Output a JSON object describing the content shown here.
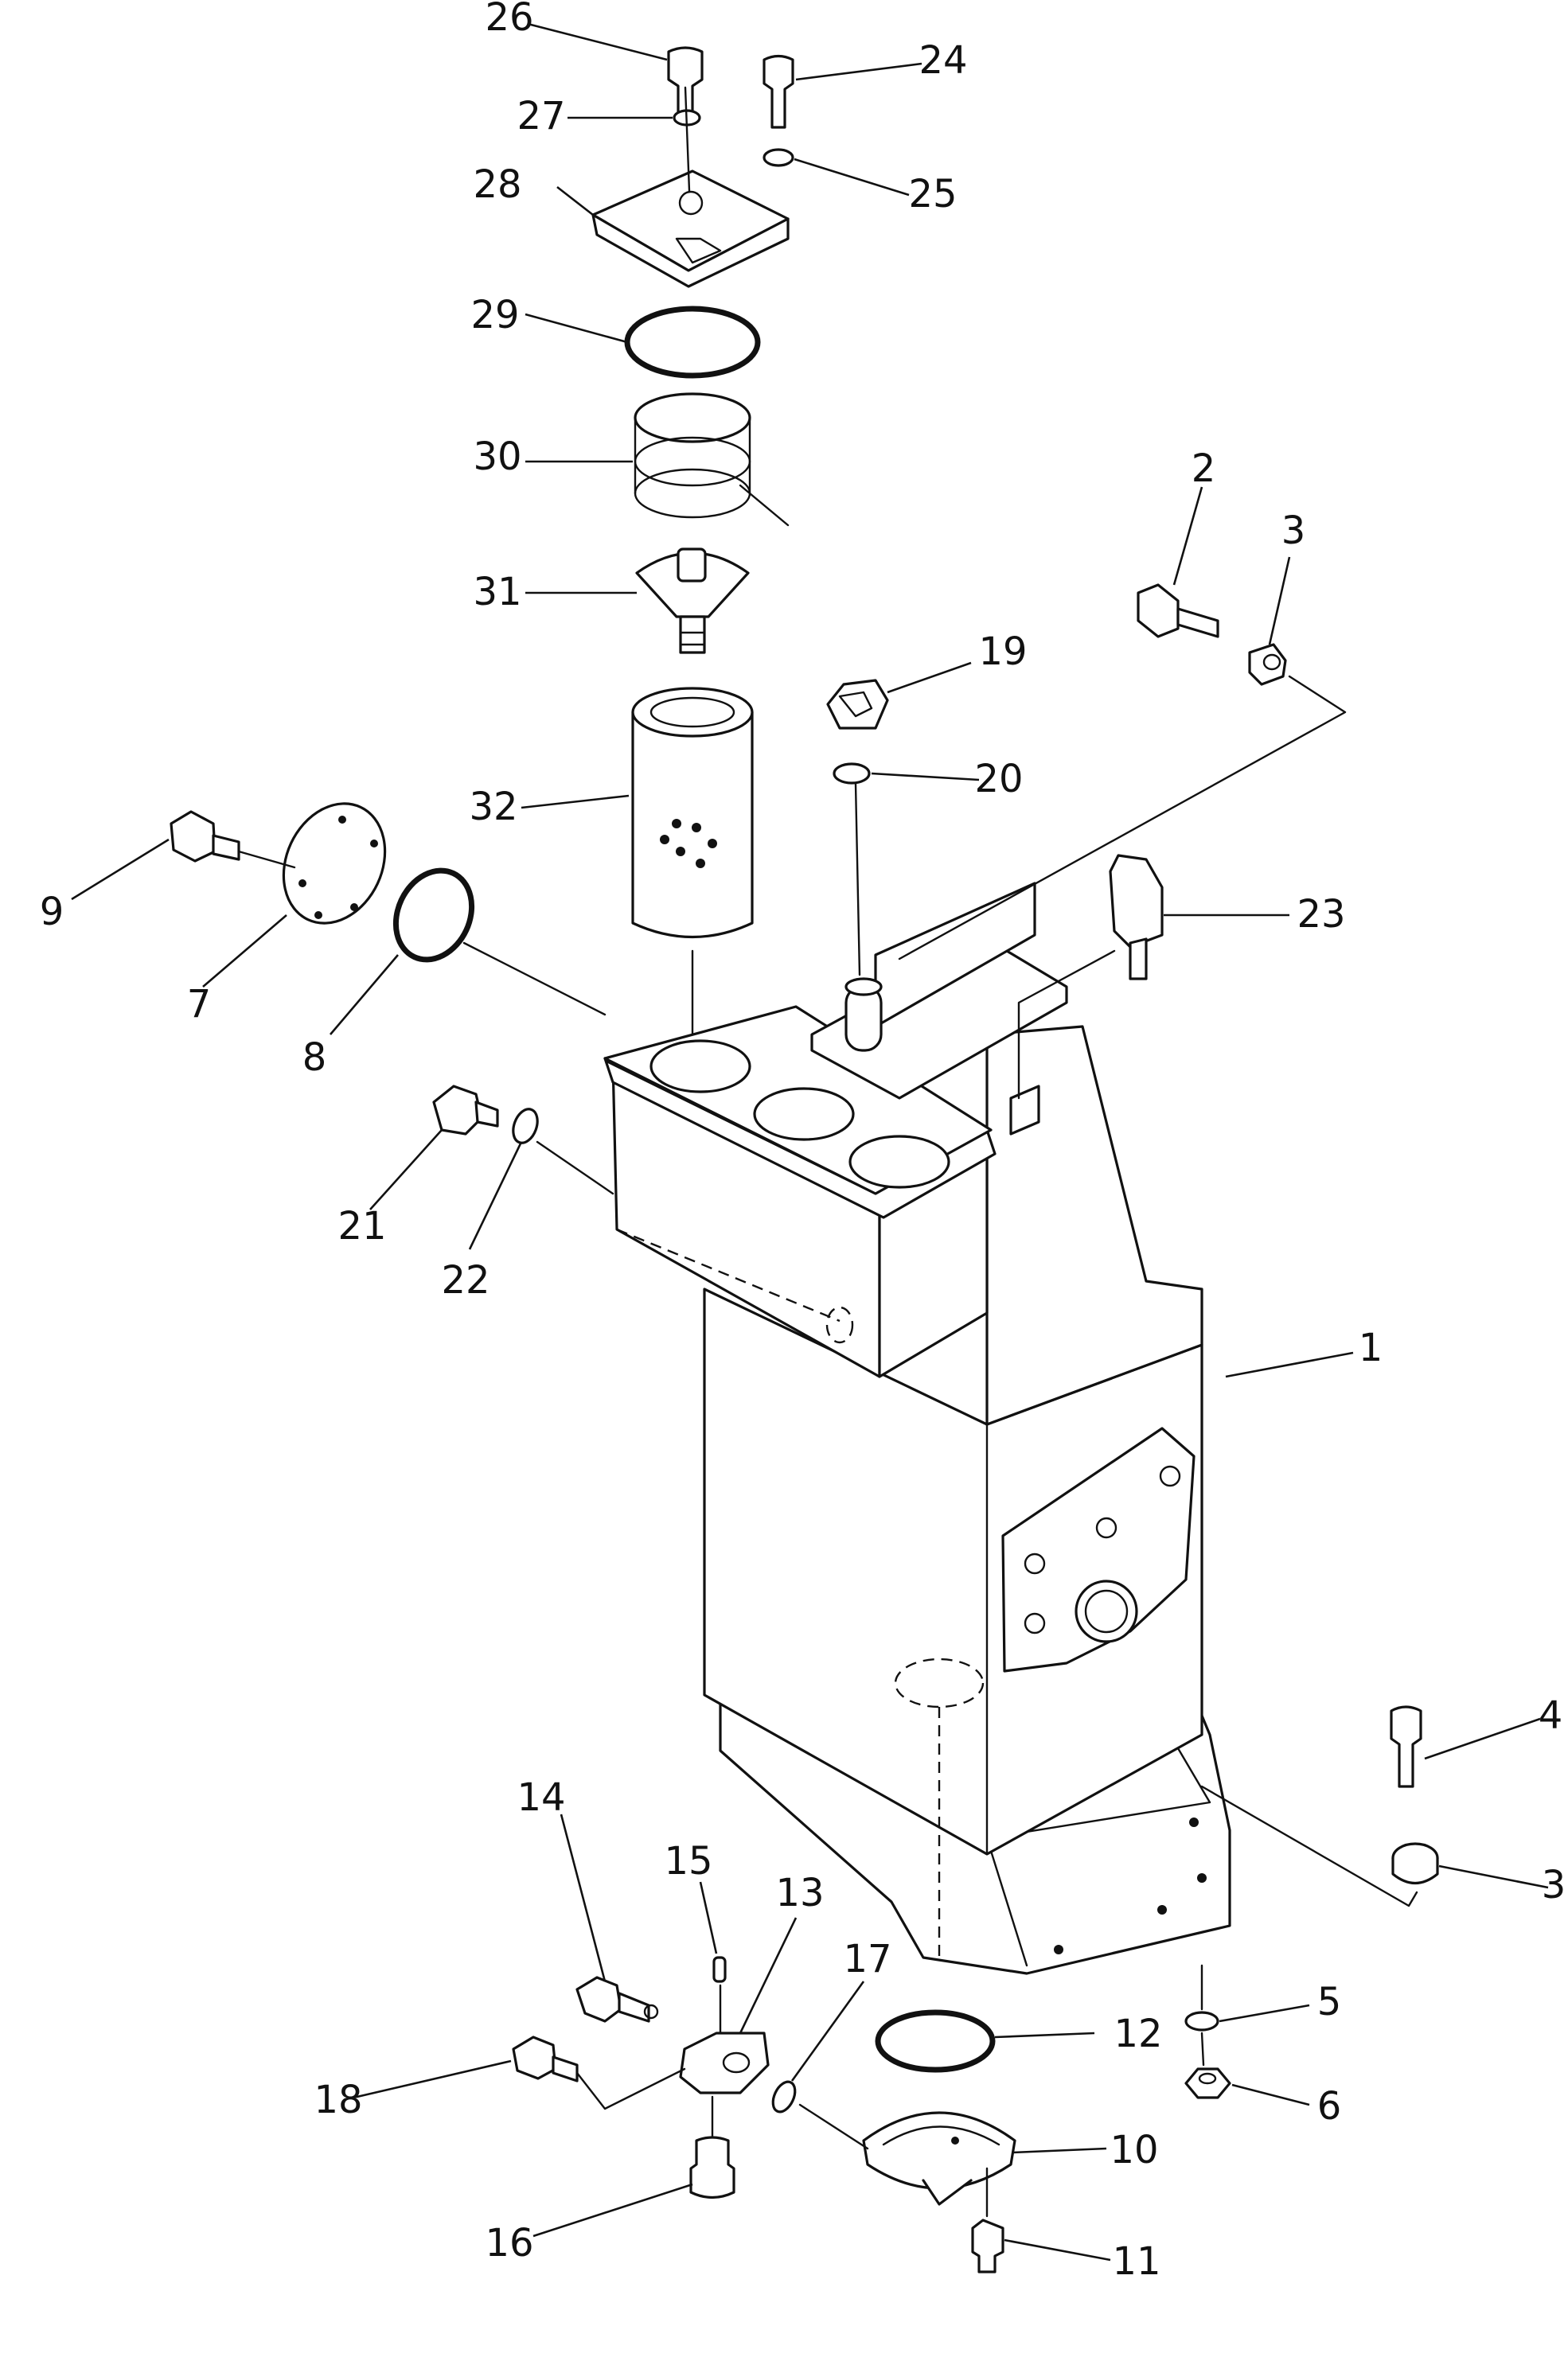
{
  "diagram": {
    "parts": [
      {
        "number": "1",
        "name": "tank-body"
      },
      {
        "number": "2",
        "name": "bolt"
      },
      {
        "number": "3",
        "name": "spacer"
      },
      {
        "number": "4",
        "name": "bolt"
      },
      {
        "number": "5",
        "name": "washer"
      },
      {
        "number": "6",
        "name": "nut"
      },
      {
        "number": "7",
        "name": "cover-plate"
      },
      {
        "number": "8",
        "name": "o-ring"
      },
      {
        "number": "9",
        "name": "bolt"
      },
      {
        "number": "10",
        "name": "bottom-cover"
      },
      {
        "number": "11",
        "name": "bolt"
      },
      {
        "number": "12",
        "name": "o-ring"
      },
      {
        "number": "13",
        "name": "elbow-block"
      },
      {
        "number": "14",
        "name": "plug"
      },
      {
        "number": "15",
        "name": "pin"
      },
      {
        "number": "16",
        "name": "plug"
      },
      {
        "number": "17",
        "name": "o-ring"
      },
      {
        "number": "18",
        "name": "bolt"
      },
      {
        "number": "19",
        "name": "filler-cap"
      },
      {
        "number": "20",
        "name": "gasket"
      },
      {
        "number": "21",
        "name": "plug"
      },
      {
        "number": "22",
        "name": "o-ring"
      },
      {
        "number": "23",
        "name": "sensor"
      },
      {
        "number": "24",
        "name": "bolt"
      },
      {
        "number": "25",
        "name": "washer"
      },
      {
        "number": "26",
        "name": "plug"
      },
      {
        "number": "27",
        "name": "o-ring"
      },
      {
        "number": "28",
        "name": "filter-cover"
      },
      {
        "number": "29",
        "name": "o-ring"
      },
      {
        "number": "30",
        "name": "spring"
      },
      {
        "number": "31",
        "name": "valve"
      },
      {
        "number": "32",
        "name": "filter-element"
      }
    ]
  }
}
